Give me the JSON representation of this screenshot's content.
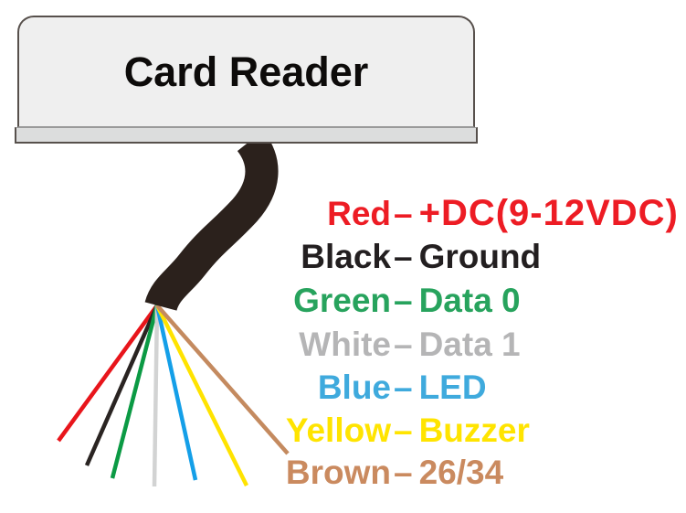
{
  "diagram": {
    "device_label": "Card Reader",
    "separator": "–",
    "cable_color": "#2b211c"
  },
  "wires": [
    {
      "name": "Red",
      "function": "+DC(9-12VDC)",
      "label_color": "#ed1c24",
      "wire_color": "#e8151b"
    },
    {
      "name": "Black",
      "function": "Ground",
      "label_color": "#231f20",
      "wire_color": "#2a2422"
    },
    {
      "name": "Green",
      "function": "Data 0",
      "label_color": "#27a35d",
      "wire_color": "#0b9a44"
    },
    {
      "name": "White",
      "function": "Data 1",
      "label_color": "#b5b5b6",
      "wire_color": "#d2d3d3"
    },
    {
      "name": "Blue",
      "function": "LED",
      "label_color": "#3faadd",
      "wire_color": "#149fe8"
    },
    {
      "name": "Yellow",
      "function": "Buzzer",
      "label_color": "#ffe400",
      "wire_color": "#ffe300"
    },
    {
      "name": "Brown",
      "function": "26/34",
      "label_color": "#ca8a5f",
      "wire_color": "#c48a5f"
    }
  ]
}
